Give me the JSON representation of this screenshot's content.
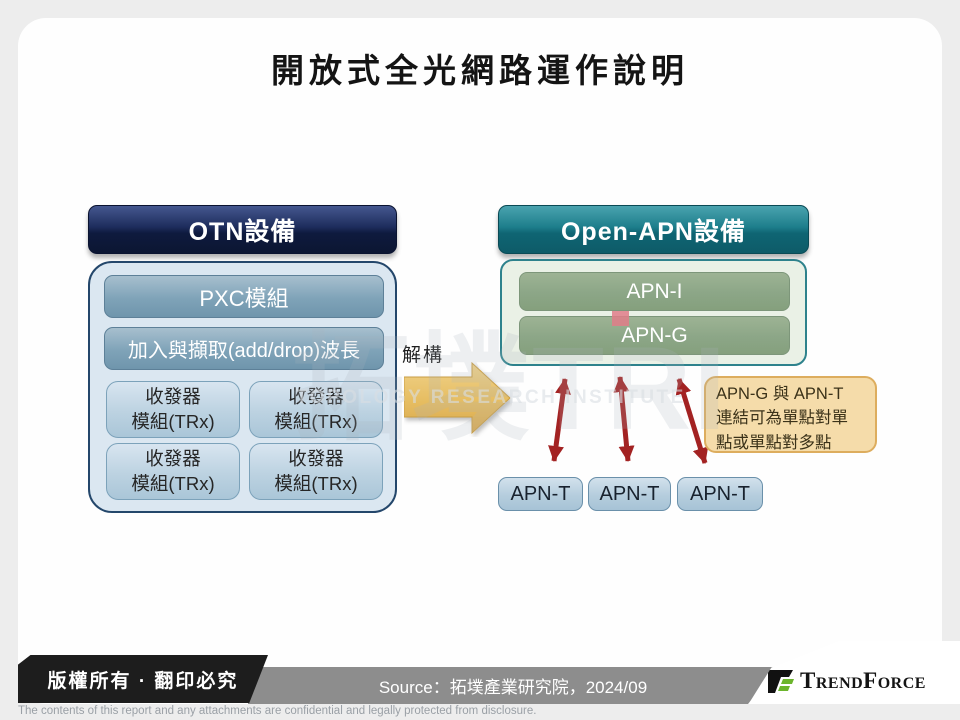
{
  "title": "開放式全光網路運作說明",
  "watermark": {
    "big": "拓墣TRI",
    "line": "TOPOLOGY RESEARCH INSTITUTE"
  },
  "otn": {
    "header": "OTN設備",
    "module1": "PXC模組",
    "module2": "加入與擷取(add/drop)波長",
    "trx": {
      "line1": "收發器",
      "line2": "模組(TRx)"
    }
  },
  "flow": {
    "label": "解構"
  },
  "apn": {
    "header": "Open-APN設備",
    "module1": "APN-I",
    "module2": "APN-G",
    "terminals": [
      "APN-T",
      "APN-T",
      "APN-T"
    ],
    "note_lines": [
      "APN-G 與 APN-T",
      "連結可為單點對單",
      "點或單點對多點"
    ]
  },
  "footer": {
    "copyright": "版權所有 · 翻印必究",
    "source": "Source：拓墣產業研究院，2024/09",
    "brand": "TrendForce",
    "disclaimer": "The contents of this report and any attachments are confidential and legally protected from disclosure."
  },
  "colors": {
    "otn_header": "#13224d",
    "apn_header": "#15707d",
    "module_steel_blue": "#7fa3b8",
    "trx_light_blue": "#bcd2e1",
    "apn_green": "#8ca687",
    "terminal_blue": "#b5cddd",
    "note_bg": "#f5dcaa",
    "note_border": "#ddad5e",
    "gold_arrow": "#e7c066",
    "red_arrow": "#a32222",
    "footer_black": "#1d1d1d",
    "footer_gray": "#8d8d8d",
    "brand_green": "#6cb52d",
    "watermark_pink": "#e07d88"
  }
}
